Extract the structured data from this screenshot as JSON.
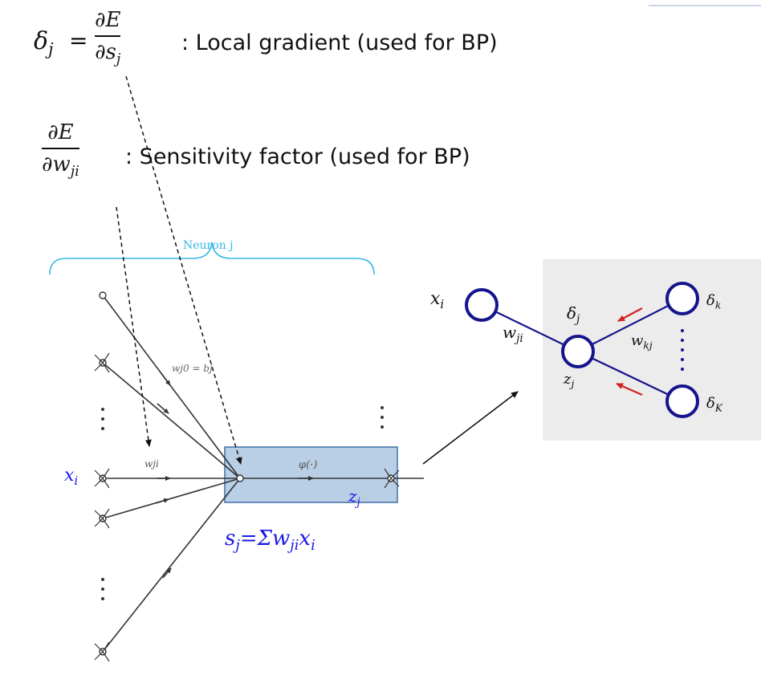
{
  "local_gradient": {
    "lhs": "δj",
    "equals": "=",
    "numerator": "∂E",
    "denominator": "∂sj",
    "description": ": Local gradient (used for BP)"
  },
  "sensitivity": {
    "numerator": "∂E",
    "denominator": "∂wji",
    "description": ": Sensitivity factor (used for BP)"
  },
  "neuron_diagram": {
    "brace_label": "Neuron j",
    "bias_label": "wj0 = bj",
    "weight_label": "wji",
    "activation_label": "φ(·)",
    "input_label": "xi",
    "output_label": "zj",
    "sum_formula": "sj=Σwjixi"
  },
  "inset": {
    "x_label": "xi",
    "w_ji_label": "wji",
    "delta_j_label": "δj",
    "z_j_label": "zj",
    "w_kj_label": "wkj",
    "delta_k_label": "δk",
    "delta_K_label": "δK"
  },
  "colors": {
    "node_blue": "#15148c",
    "highlight_fill": "#b9cfe6",
    "highlight_border": "#3f6fa6",
    "brace_cyan": "#36b8e6",
    "label_blue": "#1a1ae6",
    "arrow_red": "#d42020"
  }
}
